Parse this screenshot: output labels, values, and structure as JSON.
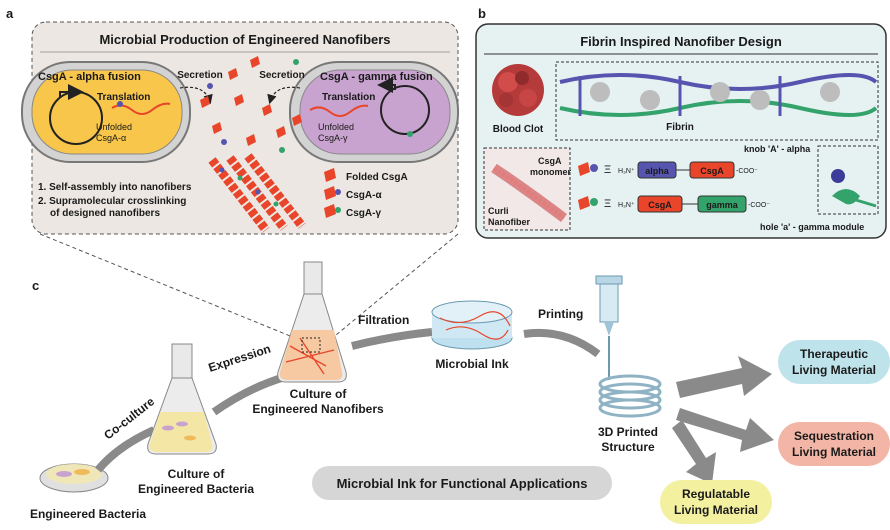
{
  "panels": {
    "a": "a",
    "b": "b",
    "c": "c"
  },
  "panel_a": {
    "title": "Microbial Production of Engineered Nanofibers",
    "left_cell": "CsgA - alpha fusion",
    "right_cell": "CsgA - gamma fusion",
    "secretion_left": "Secretion",
    "secretion_right": "Secretion",
    "translation_left": "Translation",
    "translation_right": "Translation",
    "unfolded_left_1": "Unfolded",
    "unfolded_left_2": "CsgA-α",
    "unfolded_right_1": "Unfolded",
    "unfolded_right_2": "CsgA-γ",
    "step1": "1.  Self-assembly into nanofibers",
    "step2a": "2.  Supramolecular crosslinking",
    "step2b": "of designed nanofibers",
    "legend": [
      "Folded CsgA",
      "CsgA-α",
      "CsgA-γ"
    ]
  },
  "panel_b": {
    "title": "Fibrin Inspired Nanofiber Design",
    "blood_clot": "Blood Clot",
    "fibrin": "Fibrin",
    "csga_monomer_1": "CsgA",
    "csga_monomer_2": "monomer",
    "curli_1": "Curli",
    "curli_2": "Nanofiber",
    "equiv": "Ξ",
    "h3n": "H₃N⁺",
    "coo": "-COO⁻",
    "alpha": "alpha",
    "csga": "CsgA",
    "gamma": "gamma",
    "knob": "knob 'A' - alpha",
    "hole": "hole 'a' - gamma module"
  },
  "panel_c": {
    "engineered_bacteria": "Engineered Bacteria",
    "co_culture": "Co-culture",
    "culture_bacteria_1": "Culture of",
    "culture_bacteria_2": "Engineered Bacteria",
    "expression": "Expression",
    "culture_nano_1": "Culture of",
    "culture_nano_2": "Engineered Nanofibers",
    "filtration": "Filtration",
    "microbial_ink": "Microbial Ink",
    "printing": "Printing",
    "printed_1": "3D Printed",
    "printed_2": "Structure",
    "therapeutic_1": "Therapeutic",
    "therapeutic_2": "Living Material",
    "sequestration_1": "Sequestration",
    "sequestration_2": "Living Material",
    "regulatable_1": "Regulatable",
    "regulatable_2": "Living Material",
    "banner": "Microbial Ink for Functional Applications"
  },
  "colors": {
    "csga_red": "#e8452a",
    "alpha_blue": "#5555b0",
    "gamma_green": "#33a36b",
    "alpha_cell": "#f7c64a",
    "gamma_cell": "#c9a3cf",
    "panel_a_bg": "#ece7e2",
    "panel_b_bg": "#e6f1f2",
    "therapeutic": "#bfe3ea",
    "sequestration": "#f3b6a6",
    "regulatable": "#f3f0a0",
    "banner": "#d6d6d6"
  }
}
